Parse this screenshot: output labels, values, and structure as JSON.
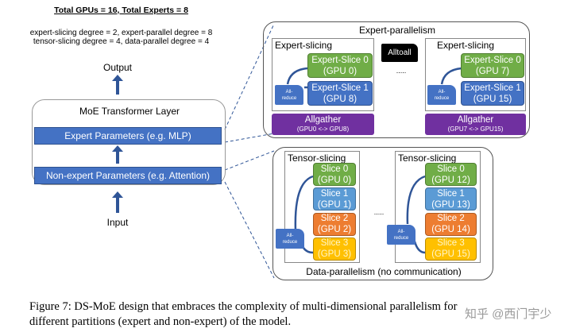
{
  "header": {
    "title": "Total GPUs = 16, Total Experts = 8",
    "line1": "expert-slicing degree = 2, expert-parallel degree = 8",
    "line2": "tensor-slicing degree = 4, data-parallel degree = 4"
  },
  "moe": {
    "output": "Output",
    "input": "Input",
    "title": "MoE Transformer Layer",
    "expert_params": "Expert Parameters (e.g. MLP)",
    "nonexpert_params": "Non-expert Parameters (e.g. Attention)"
  },
  "expert_parallel": {
    "title": "Expert-parallelism",
    "alltoall": "Alltoall",
    "dots": ".....",
    "groups": [
      {
        "title": "Expert-slicing",
        "slice0": "Expert-Slice 0",
        "gpu0": "(GPU 0)",
        "slice1": "Expert-Slice 1",
        "gpu1": "(GPU 8)",
        "allreduce1": "All-",
        "allreduce2": "reduce",
        "allgather": "Allgather",
        "allgather_sub": "(GPU0 <-> GPU8)"
      },
      {
        "title": "Expert-slicing",
        "slice0": "Expert-Slice 0",
        "gpu0": "(GPU 7)",
        "slice1": "Expert-Slice 1",
        "gpu1": "(GPU 15)",
        "allreduce1": "All-",
        "allreduce2": "reduce",
        "allgather": "Allgather",
        "allgather_sub": "(GPU7 <-> GPU15)"
      }
    ]
  },
  "data_parallel": {
    "title": "Data-parallelism (no communication)",
    "dots": ".....",
    "groups": [
      {
        "title": "Tensor-slicing",
        "allreduce1": "All-",
        "allreduce2": "reduce",
        "slices": [
          [
            "Slice 0",
            "(GPU 0)"
          ],
          [
            "Slice 1",
            "(GPU 1)"
          ],
          [
            "Slice 2",
            "(GPU 2)"
          ],
          [
            "Slice 3",
            "(GPU 3)"
          ]
        ]
      },
      {
        "title": "Tensor-slicing",
        "allreduce1": "All-",
        "allreduce2": "reduce",
        "slices": [
          [
            "Slice 0",
            "(GPU 12)"
          ],
          [
            "Slice 1",
            "(GPU 13)"
          ],
          [
            "Slice 2",
            "(GPU 14)"
          ],
          [
            "Slice 3",
            "(GPU 15)"
          ]
        ]
      }
    ]
  },
  "caption": {
    "line1": "Figure 7: DS-MoE design that embraces the complexity of multi-dimensional parallelism for",
    "line2": "different partitions (expert and non-expert) of the model."
  },
  "watermark": "知乎 @西门宇少",
  "colors": {
    "green": "#70ad47",
    "blue": "#4472c4",
    "light_blue": "#5b9bd5",
    "orange": "#ed7d31",
    "yellow": "#ffc000",
    "purple": "#7030a0"
  }
}
